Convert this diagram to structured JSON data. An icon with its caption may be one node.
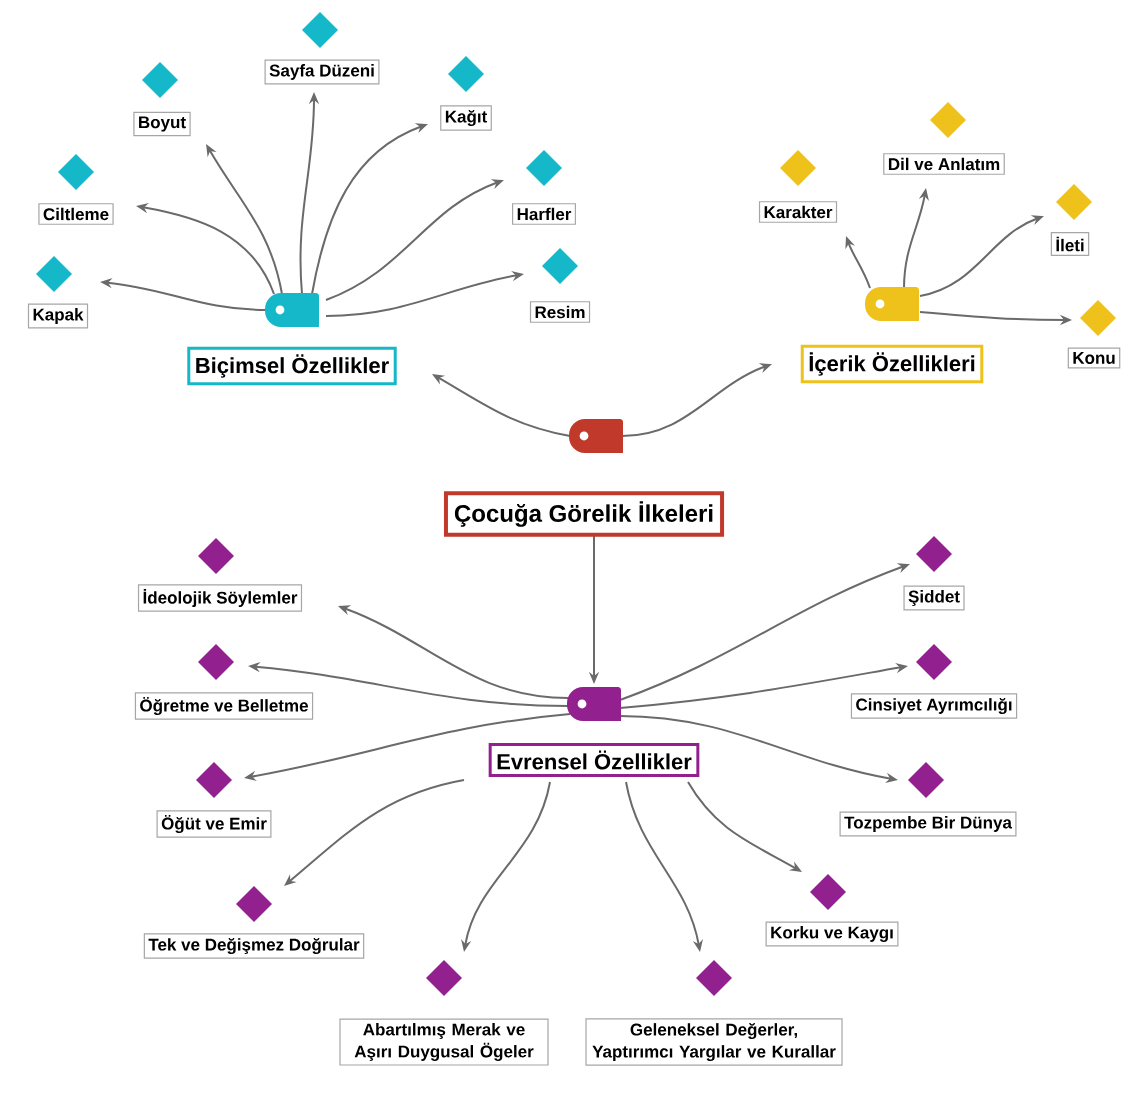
{
  "diagram": {
    "nodes": [
      {
        "text": [],
        "shape": "tag"
      },
      {
        "text": [
          "Çocuğa Görelik İlkeleri"
        ]
      },
      {
        "text": [],
        "shape": "tag"
      },
      {
        "text": [
          "Biçimsel Özellikler"
        ]
      },
      {
        "text": [
          "Kapak"
        ]
      },
      {
        "text": [
          "Ciltleme"
        ]
      },
      {
        "text": [
          "Boyut"
        ]
      },
      {
        "text": [
          "Sayfa Düzeni"
        ]
      },
      {
        "text": [
          "Kağıt"
        ]
      },
      {
        "text": [
          "Harfler"
        ]
      },
      {
        "text": [
          "Resim"
        ]
      },
      {
        "text": [],
        "shape": "tag"
      },
      {
        "text": [
          "İçerik Özellikleri"
        ]
      },
      {
        "text": [
          "Karakter"
        ]
      },
      {
        "text": [
          "Dil ve Anlatım"
        ]
      },
      {
        "text": [
          "İleti"
        ]
      },
      {
        "text": [
          "Konu"
        ]
      },
      {
        "text": [],
        "shape": "tag"
      },
      {
        "text": [
          "Evrensel Özellikler"
        ]
      },
      {
        "text": [
          "İdeolojik Söylemler"
        ]
      },
      {
        "text": [
          "Öğretme ve Belletme"
        ]
      },
      {
        "text": [
          "Öğüt ve Emir"
        ]
      },
      {
        "text": [
          "Tek ve Değişmez Doğrular"
        ]
      },
      {
        "text": [
          "Abartılmış Merak ve Aşırı Duygusal Ögeler"
        ]
      },
      {
        "text": [
          "Geleneksel Değerler, Yaptırımcı Yargılar ve Kurallar"
        ]
      },
      {
        "text": [
          "Korku ve Kaygı"
        ]
      },
      {
        "text": [
          "Tozpembe Bir Dünya"
        ]
      },
      {
        "text": [
          "Cinsiyet Ayrımcılığı"
        ]
      },
      {
        "text": [
          "Şiddet"
        ]
      }
    ],
    "edges": [
      {
        "from": 0,
        "to": 3,
        "arrow": "to"
      },
      {
        "from": 0,
        "to": 12,
        "arrow": "to"
      },
      {
        "from": 1,
        "to": 17,
        "arrow": "to"
      },
      {
        "from": 2,
        "to": 4,
        "arrow": "to"
      },
      {
        "from": 2,
        "to": 5,
        "arrow": "to"
      },
      {
        "from": 2,
        "to": 6,
        "arrow": "to"
      },
      {
        "from": 2,
        "to": 7,
        "arrow": "to"
      },
      {
        "from": 2,
        "to": 8,
        "arrow": "to"
      },
      {
        "from": 2,
        "to": 9,
        "arrow": "to"
      },
      {
        "from": 2,
        "to": 10,
        "arrow": "to"
      },
      {
        "from": 11,
        "to": 13,
        "arrow": "to"
      },
      {
        "from": 11,
        "to": 14,
        "arrow": "to"
      },
      {
        "from": 11,
        "to": 15,
        "arrow": "to"
      },
      {
        "from": 11,
        "to": 16,
        "arrow": "to"
      },
      {
        "from": 17,
        "to": 19,
        "arrow": "to"
      },
      {
        "from": 17,
        "to": 20,
        "arrow": "to"
      },
      {
        "from": 17,
        "to": 21,
        "arrow": "to"
      },
      {
        "from": 18,
        "to": 22,
        "arrow": "to"
      },
      {
        "from": 18,
        "to": 23,
        "arrow": "to"
      },
      {
        "from": 18,
        "to": 24,
        "arrow": "to"
      },
      {
        "from": 18,
        "to": 25,
        "arrow": "to"
      },
      {
        "from": 17,
        "to": 26,
        "arrow": "to"
      },
      {
        "from": 17,
        "to": 27,
        "arrow": "to"
      },
      {
        "from": 17,
        "to": 28,
        "arrow": "to"
      }
    ]
  }
}
